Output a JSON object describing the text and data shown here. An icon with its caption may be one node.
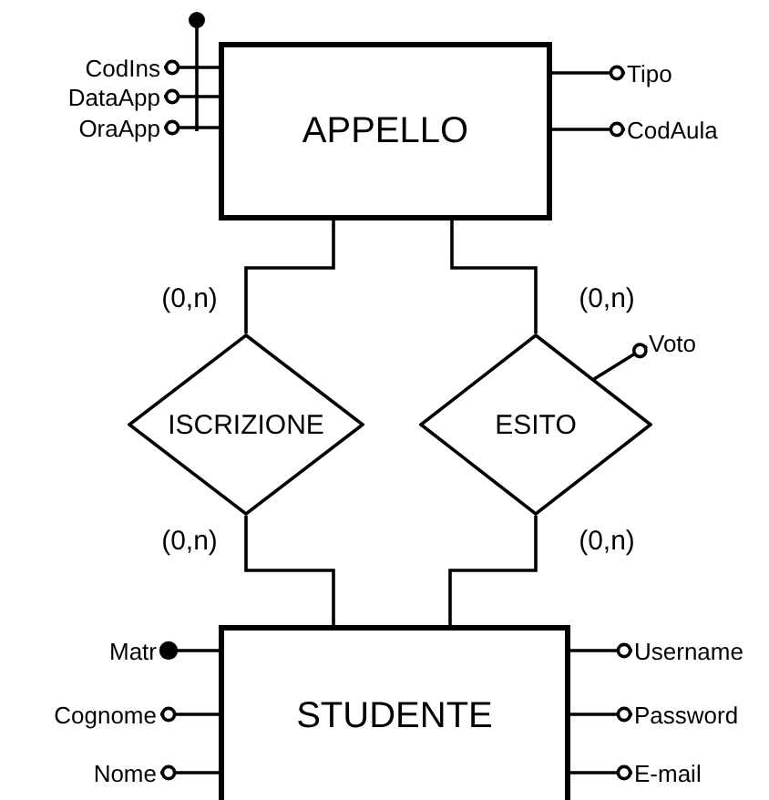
{
  "diagram": {
    "nodes": [
      {
        "text": [
          "APPELLO"
        ]
      },
      {
        "text": [
          "ISCRIZIONE"
        ]
      },
      {
        "text": [
          "ESITO"
        ]
      },
      {
        "text": [
          "STUDENTE"
        ]
      },
      {
        "text": [
          "CodIns"
        ]
      },
      {
        "text": [
          "DataApp"
        ]
      },
      {
        "text": [
          "OraApp"
        ]
      },
      {
        "text": [
          "Tipo"
        ]
      },
      {
        "text": [
          "CodAula"
        ]
      },
      {
        "text": [
          "Voto"
        ]
      },
      {
        "text": [
          "Matr"
        ]
      },
      {
        "text": [
          "Cognome"
        ]
      },
      {
        "text": [
          "Nome"
        ]
      },
      {
        "text": [
          "Username"
        ]
      },
      {
        "text": [
          "Password"
        ]
      },
      {
        "text": [
          "E-mail"
        ]
      }
    ],
    "edges": [
      {
        "from": 1,
        "to": 0,
        "arrow": "none",
        "label": "(0,n)"
      },
      {
        "from": 2,
        "to": 0,
        "arrow": "none",
        "label": "(0,n)"
      },
      {
        "from": 1,
        "to": 3,
        "arrow": "none",
        "label": "(0,n)"
      },
      {
        "from": 2,
        "to": 3,
        "arrow": "none",
        "label": "(0,n)"
      },
      {
        "from": 0,
        "to": 4,
        "arrow": "other"
      },
      {
        "from": 0,
        "to": 5,
        "arrow": "other"
      },
      {
        "from": 0,
        "to": 6,
        "arrow": "other"
      },
      {
        "from": 0,
        "to": 7,
        "arrow": "other"
      },
      {
        "from": 0,
        "to": 8,
        "arrow": "other"
      },
      {
        "from": 2,
        "to": 9,
        "arrow": "other"
      },
      {
        "from": 3,
        "to": 10,
        "arrow": "other"
      },
      {
        "from": 3,
        "to": 11,
        "arrow": "other"
      },
      {
        "from": 3,
        "to": 12,
        "arrow": "other"
      },
      {
        "from": 3,
        "to": 13,
        "arrow": "other"
      },
      {
        "from": 3,
        "to": 14,
        "arrow": "other"
      },
      {
        "from": 3,
        "to": 15,
        "arrow": "other"
      }
    ]
  }
}
